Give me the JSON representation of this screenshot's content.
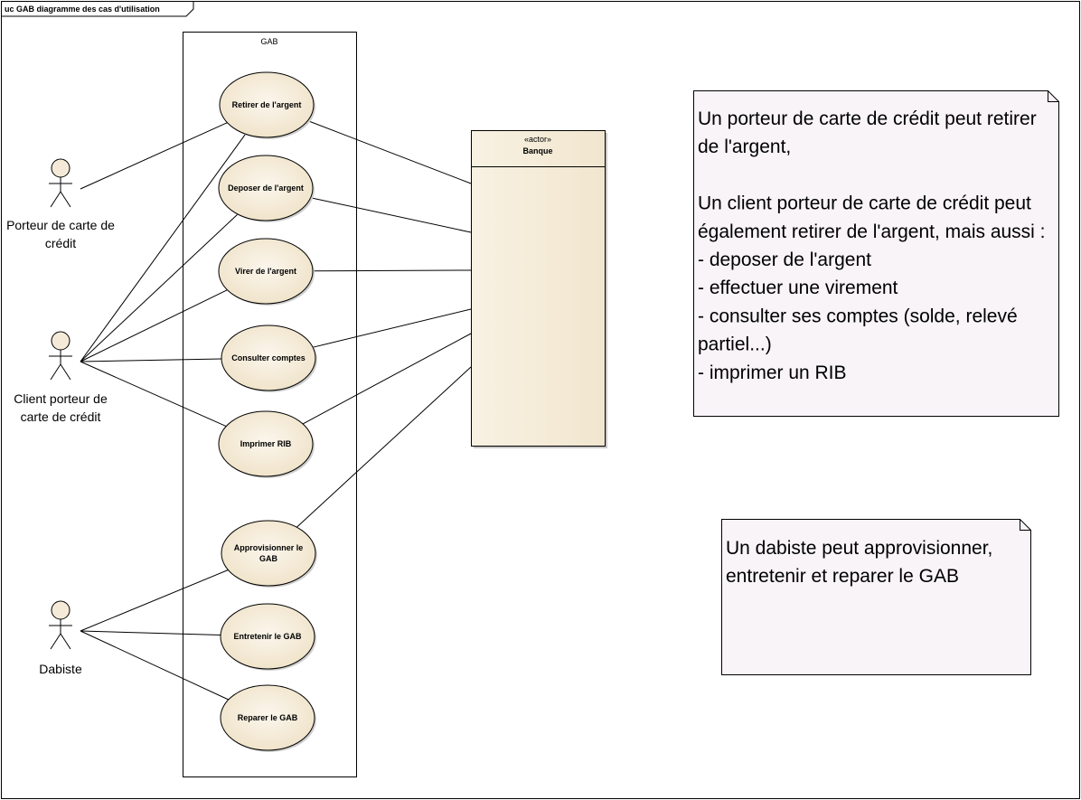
{
  "frame": {
    "title": "uc GAB diagramme des cas d'utilisation"
  },
  "system": {
    "name": "GAB"
  },
  "actors": [
    {
      "id": "porteur",
      "label_lines": [
        "Porteur de carte de",
        "crédit"
      ]
    },
    {
      "id": "client",
      "label_lines": [
        "Client porteur de",
        "carte de crédit"
      ]
    },
    {
      "id": "dabiste",
      "label_lines": [
        "Dabiste"
      ]
    }
  ],
  "use_cases": [
    {
      "id": "retirer",
      "label_lines": [
        "Retirer de l'argent"
      ]
    },
    {
      "id": "deposer",
      "label_lines": [
        "Deposer de l'argent"
      ]
    },
    {
      "id": "virer",
      "label_lines": [
        "Virer de l'argent"
      ]
    },
    {
      "id": "consulter",
      "label_lines": [
        "Consulter comptes"
      ]
    },
    {
      "id": "imprimer",
      "label_lines": [
        "Imprimer RIB"
      ]
    },
    {
      "id": "approvisionner",
      "label_lines": [
        "Approvisionner le",
        "GAB"
      ]
    },
    {
      "id": "entretenir",
      "label_lines": [
        "Entretenir le GAB"
      ]
    },
    {
      "id": "reparer",
      "label_lines": [
        "Reparer le GAB"
      ]
    }
  ],
  "external_actor": {
    "stereotype": "«actor»",
    "name": "Banque"
  },
  "associations": [
    [
      "porteur",
      "retirer"
    ],
    [
      "client",
      "retirer"
    ],
    [
      "client",
      "deposer"
    ],
    [
      "client",
      "virer"
    ],
    [
      "client",
      "consulter"
    ],
    [
      "client",
      "imprimer"
    ],
    [
      "dabiste",
      "approvisionner"
    ],
    [
      "dabiste",
      "entretenir"
    ],
    [
      "dabiste",
      "reparer"
    ],
    [
      "retirer",
      "banque"
    ],
    [
      "deposer",
      "banque"
    ],
    [
      "virer",
      "banque"
    ],
    [
      "consulter",
      "banque"
    ],
    [
      "imprimer",
      "banque"
    ],
    [
      "approvisionner",
      "banque"
    ]
  ],
  "notes": [
    {
      "id": "note-clients",
      "lines": [
        "Un porteur de carte de crédit peut retirer",
        "de l'argent,",
        "",
        "Un client porteur de carte de crédit peut",
        "également retirer de l'argent, mais aussi :",
        "- deposer de l'argent",
        "- effectuer une virement",
        "- consulter ses comptes (solde, relevé",
        "partiel...)",
        "- imprimer un RIB"
      ]
    },
    {
      "id": "note-dabiste",
      "lines": [
        "Un dabiste peut approvisionner,",
        "entretenir et reparer le GAB"
      ]
    }
  ],
  "colors": {
    "usecase_fill": "#f8f0e0",
    "usecase_fill_dark": "#eadbbd",
    "actor_fill": "#f5ead8",
    "note_fill": "#f8f4f8",
    "box_fill": "#f7efdf"
  }
}
